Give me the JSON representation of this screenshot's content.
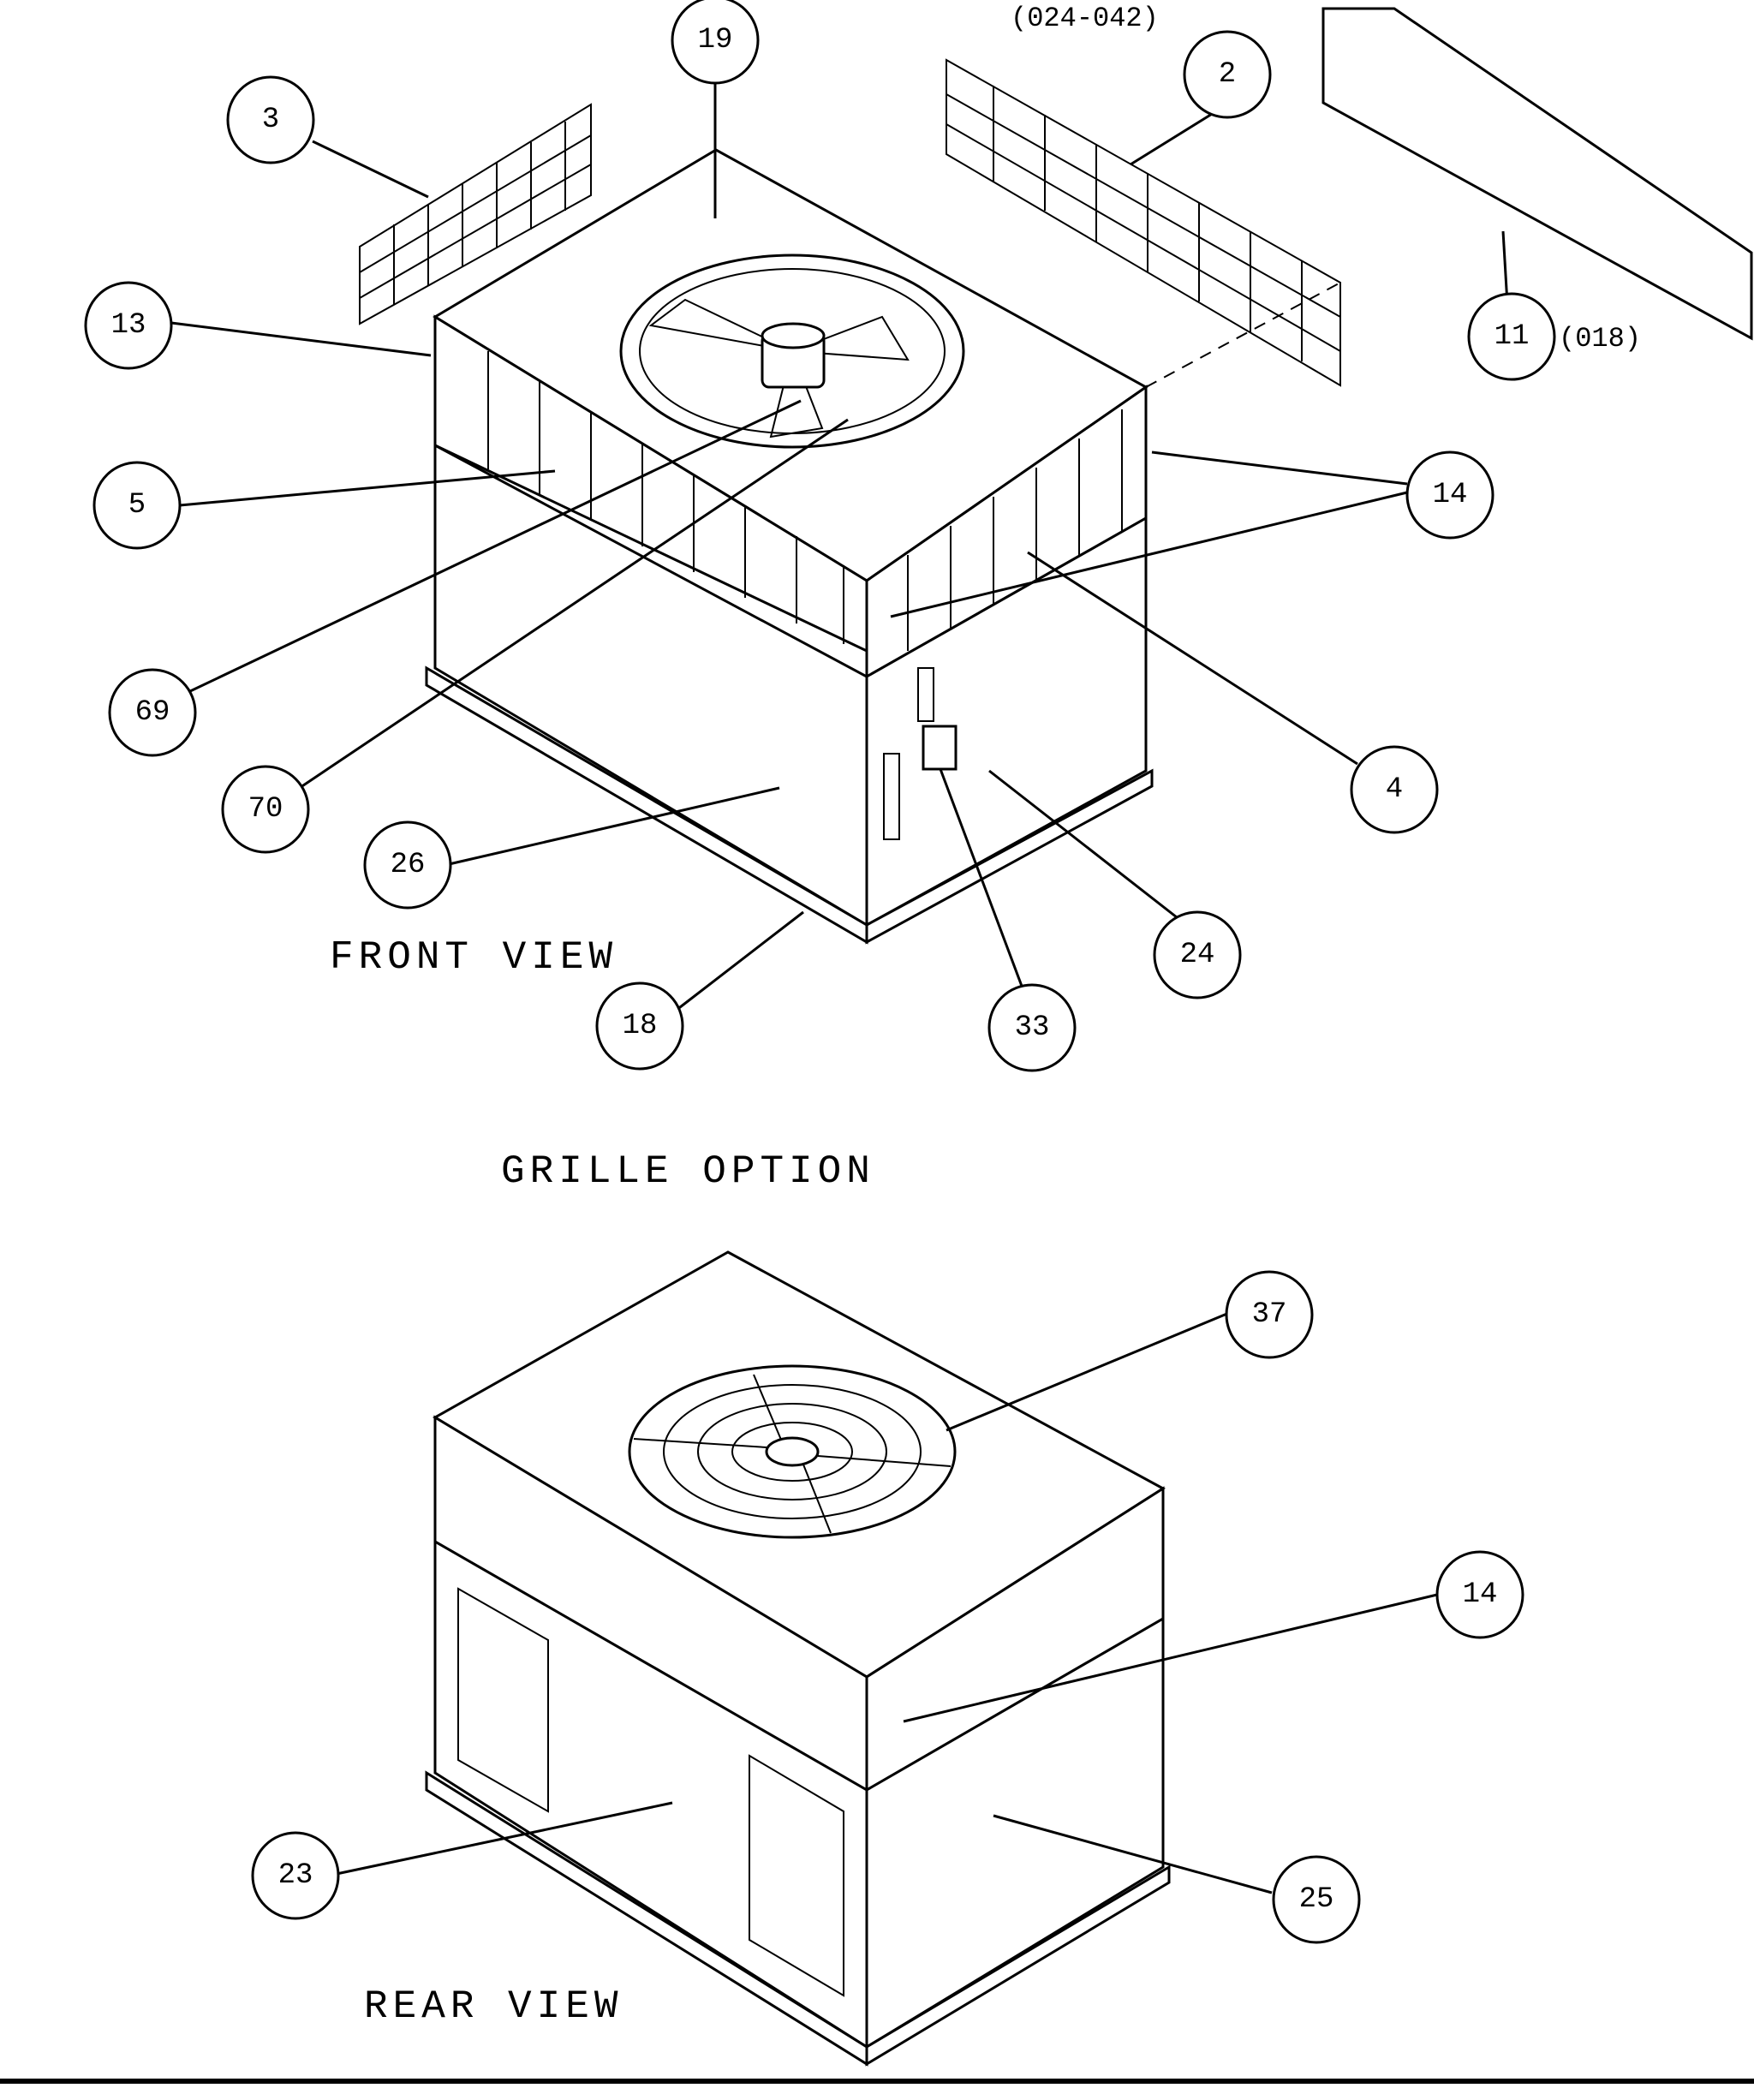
{
  "notes": {
    "top_range": "(024-042)",
    "side_range": "(018)"
  },
  "captions": {
    "front_view": "FRONT VIEW",
    "grille_option": "GRILLE OPTION",
    "rear_view": "REAR VIEW"
  },
  "callouts": [
    "19",
    "2",
    "3",
    "13",
    "11",
    "14",
    "5",
    "69",
    "70",
    "4",
    "26",
    "24",
    "18",
    "33",
    "37",
    "14",
    "23",
    "25"
  ]
}
